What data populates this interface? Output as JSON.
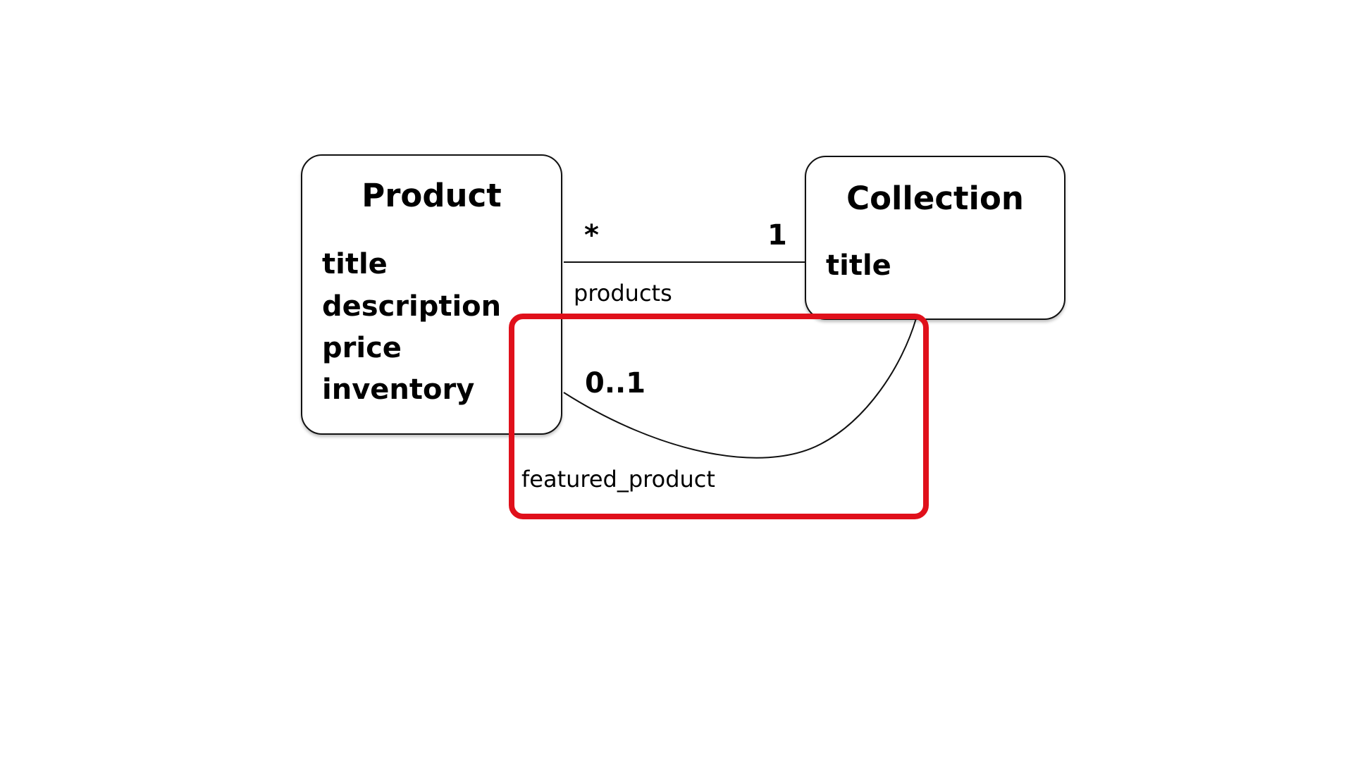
{
  "entities": {
    "product": {
      "title": "Product",
      "attributes": [
        "title",
        "description",
        "price",
        "inventory"
      ]
    },
    "collection": {
      "title": "Collection",
      "attributes": [
        "title"
      ]
    }
  },
  "associations": {
    "products": {
      "role": "products",
      "product_end_multiplicity": "*",
      "collection_end_multiplicity": "1"
    },
    "featured_product": {
      "role": "featured_product",
      "product_end_multiplicity": "0..1"
    }
  },
  "colors": {
    "stroke": "#111111",
    "highlight": "#e0101b"
  }
}
